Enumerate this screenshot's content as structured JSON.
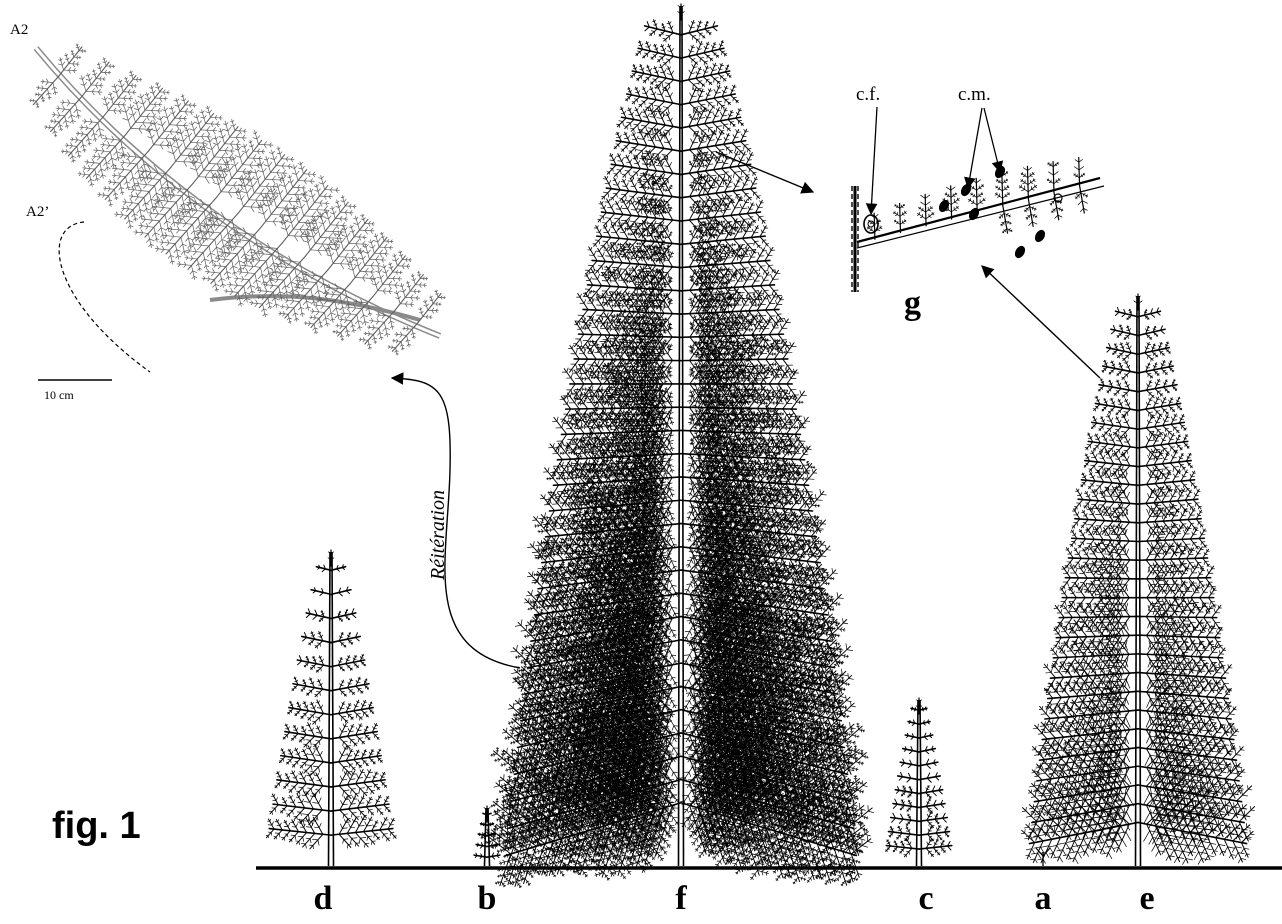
{
  "figure": {
    "fig_label": "fig. 1",
    "specimen_label": "A2",
    "specimen_sublabel": "A2’",
    "scale_label": "10 cm",
    "reiteration_label": "Réitération",
    "detail_label": "g",
    "cf_label": "c.f.",
    "cm_label": "c.m."
  },
  "plants": [
    {
      "id": "d",
      "label": "d"
    },
    {
      "id": "b",
      "label": "b"
    },
    {
      "id": "f",
      "label": "f"
    },
    {
      "id": "c",
      "label": "c"
    },
    {
      "id": "a",
      "label": "a"
    },
    {
      "id": "e",
      "label": "e"
    }
  ],
  "colors": {
    "ink": "#000000",
    "photo_ink": "#6a6a6a",
    "paper": "#ffffff"
  }
}
